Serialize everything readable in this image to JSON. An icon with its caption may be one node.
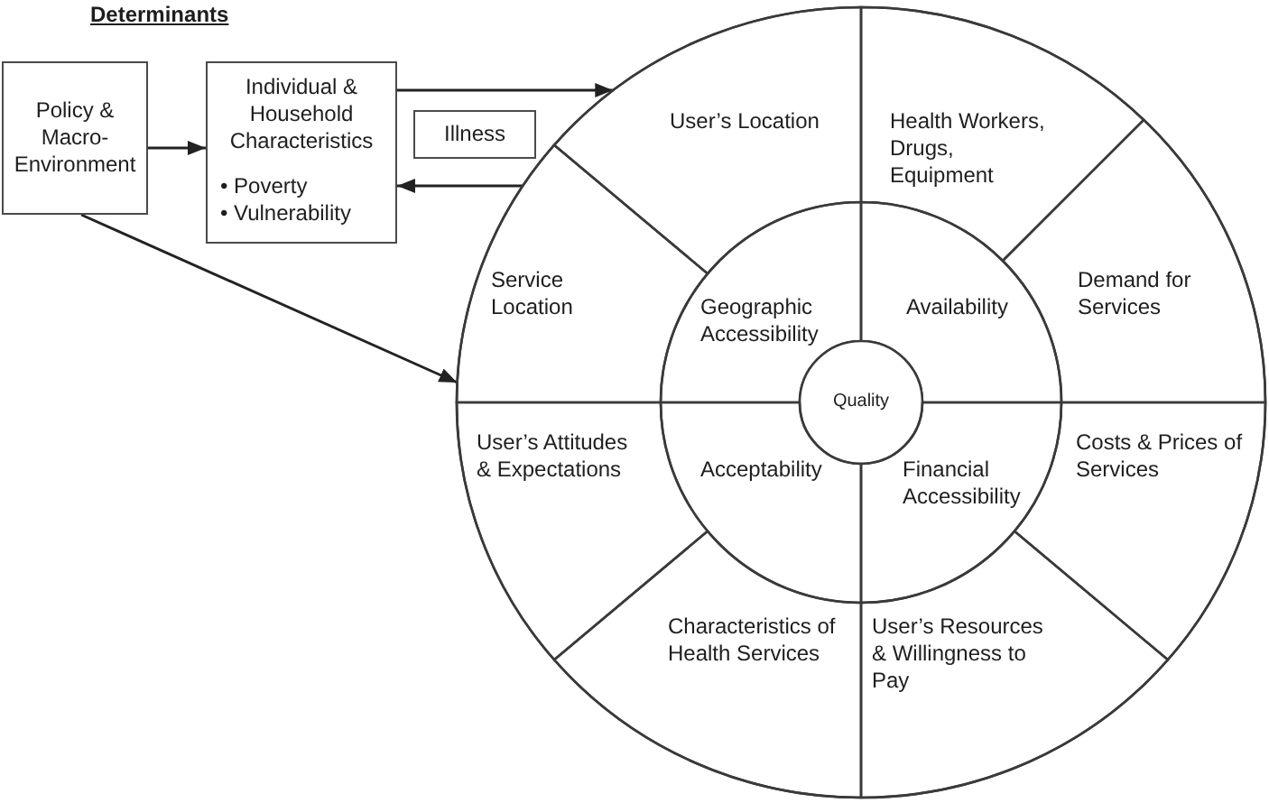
{
  "diagram": {
    "nodes": [
      {
        "text": [
          "Policy & Macro-Environment"
        ]
      },
      {
        "text": [
          "Individual & Household Characteristics",
          "• Poverty",
          "• Vulnerability"
        ]
      },
      {
        "text": [
          "Illness"
        ]
      },
      {
        "text": [],
        "shape": "circle"
      },
      {
        "text": [
          "User’s Location"
        ],
        "in": 3
      },
      {
        "text": [
          "Health Workers, Drugs, Equipment"
        ],
        "in": 3
      },
      {
        "text": [
          "Service Location"
        ],
        "in": 3
      },
      {
        "text": [
          "Geographic Accessibility"
        ],
        "in": 3
      },
      {
        "text": [
          "Availability"
        ],
        "in": 3
      },
      {
        "text": [
          "Demand for Services"
        ],
        "in": 3
      },
      {
        "text": [
          "Quality"
        ],
        "in": 3
      },
      {
        "text": [
          "User’s Attitudes & Expectations"
        ],
        "in": 3
      },
      {
        "text": [
          "Acceptability"
        ],
        "in": 3
      },
      {
        "text": [
          "Financial Accessibility"
        ],
        "in": 3
      },
      {
        "text": [
          "Costs & Prices of Services"
        ],
        "in": 3
      },
      {
        "text": [
          "Characteristics of Health Services"
        ],
        "in": 3
      },
      {
        "text": [
          "User’s Resources & Willingness to Pay"
        ],
        "in": 3
      }
    ],
    "edges": [
      {
        "from": 0,
        "to": 1,
        "arrow": "to"
      },
      {
        "from": 1,
        "to": 3,
        "arrow": "to"
      },
      {
        "from": 3,
        "to": 1,
        "arrow": "to"
      },
      {
        "from": 0,
        "to": 3,
        "arrow": "to"
      }
    ],
    "labels": [
      "Determinants"
    ]
  }
}
